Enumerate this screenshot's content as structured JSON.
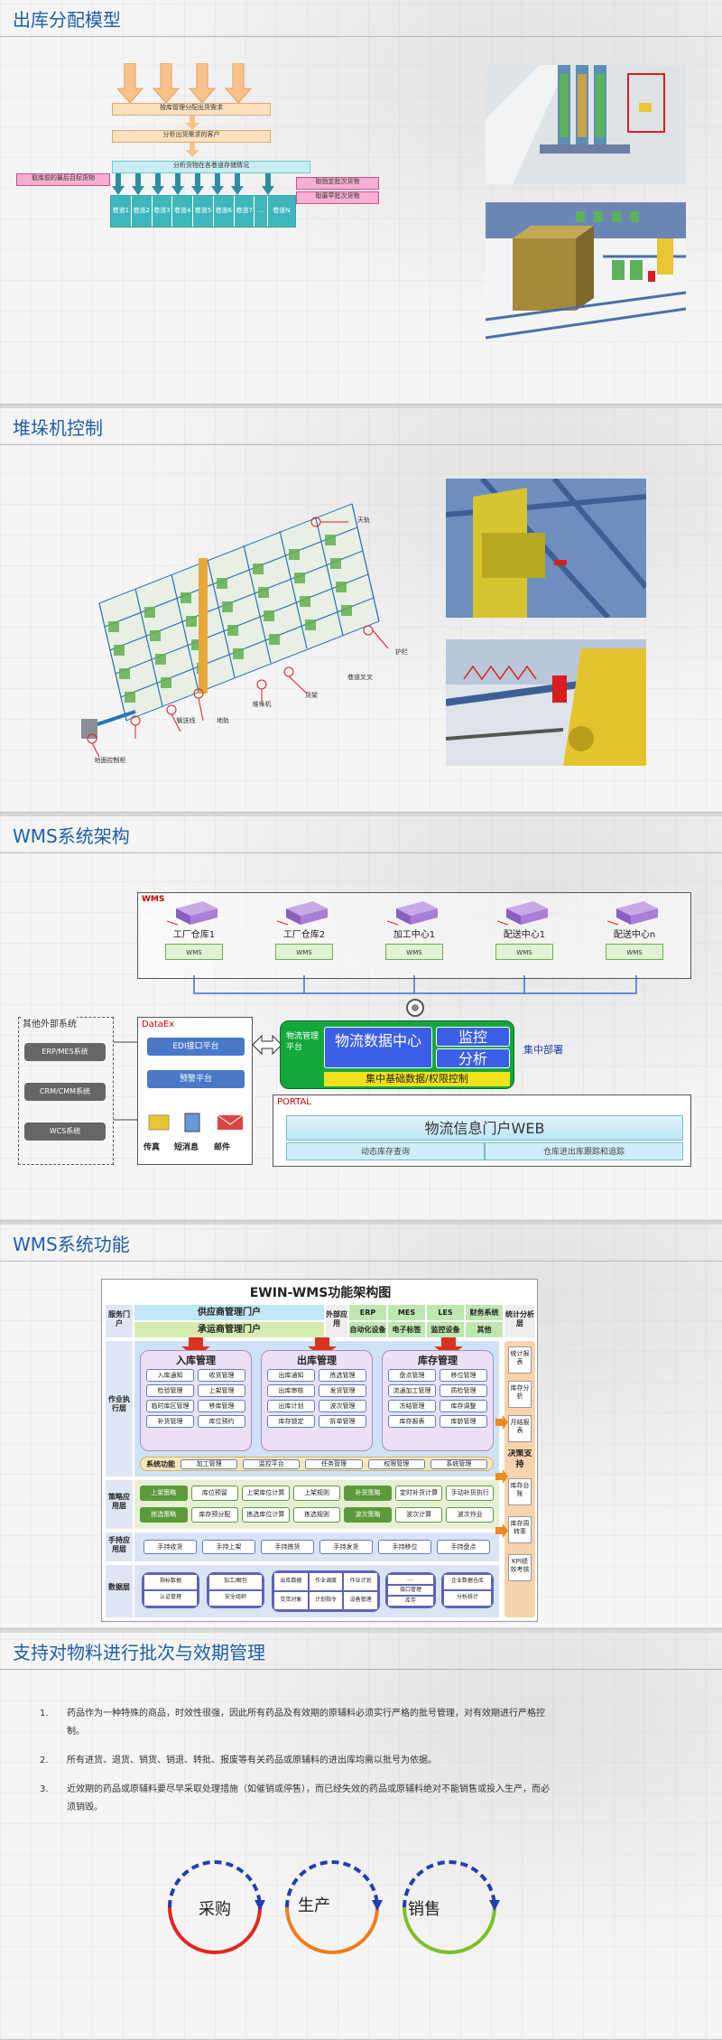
{
  "slides": [
    {
      "title": "出库分配模型"
    },
    {
      "title": "堆垛机控制"
    },
    {
      "title": "WMS系统架构"
    },
    {
      "title": "WMS系统功能"
    },
    {
      "title": "支持对物料进行批次与效期管理"
    }
  ],
  "s1": {
    "flow1": "按库管理分配出货需求",
    "flow2": "分析出货需求的客户",
    "flow3": "分析货物在各巷道存储情况",
    "left_tag": "取库前的最后目标货物",
    "right_tags": [
      "取指定批次货物",
      "取最早批次货物"
    ],
    "lanes": [
      "巷道1",
      "巷道2",
      "巷道3",
      "巷道4",
      "巷道5",
      "巷道6",
      "巷道7",
      "...",
      "巷道N"
    ]
  },
  "s2": {
    "labels": [
      "天轨",
      "护栏",
      "货架",
      "巷道叉叉",
      "堆垛机",
      "地轨",
      "输送线",
      "地面控制柜"
    ]
  },
  "s3": {
    "wms_tag": "WMS",
    "sites": [
      "工厂仓库1",
      "工厂仓库2",
      "加工中心1",
      "配送中心1",
      "配送中心n"
    ],
    "site_wms": "WMS",
    "ext_title": "其他外部系统",
    "ext_systems": [
      "ERP/MES系统",
      "CRM/CMM系统",
      "WCS系统"
    ],
    "dataex": "DataEx",
    "dataex_items": [
      "EDI接口平台",
      "预警平台"
    ],
    "notify": [
      "传真",
      "短消息",
      "邮件"
    ],
    "center_label": "物流管理平台",
    "center_modules": [
      "物流数据中心",
      "监控",
      "分析"
    ],
    "center_base": "集中基础数据/权限控制",
    "deploy": "集中部署",
    "portal_tag": "PORTAL",
    "portal_title": "物流信息门户WEB",
    "portal_items": [
      "动态库存查询",
      "仓库进出库跟踪和追踪"
    ]
  },
  "s4": {
    "title": "EWIN-WMS功能架构图",
    "portal": "服务门户",
    "supplier": "供应商管理门户",
    "carrier": "承运商管理门户",
    "ext": "外部应用",
    "ext_items": [
      "ERP",
      "MES",
      "LES",
      "财务系统",
      "自动化设备",
      "电子标签",
      "监控设备",
      "其他"
    ],
    "stat": "统计分析层",
    "exec": "作业执行层",
    "inbound": {
      "title": "入库管理",
      "items": [
        "入库通知",
        "收货管理",
        "检验管理",
        "上架管理",
        "临时库区管理",
        "移库管理",
        "补货管理",
        "库位预约"
      ]
    },
    "outbound": {
      "title": "出库管理",
      "items": [
        "出库通知",
        "拣选管理",
        "出库审核",
        "发货管理",
        "出库计划",
        "波次管理",
        "库存锁定",
        "拆单管理"
      ]
    },
    "inventory": {
      "title": "库存管理",
      "items": [
        "盘点管理",
        "移位管理",
        "流通加工管理",
        "质检管理",
        "冻结管理",
        "库存调整",
        "库存报表",
        "库龄管理"
      ]
    },
    "sysfunc": "系统功能",
    "sysfunc_items": [
      "加工管理",
      "监控平台",
      "任务管理",
      "权限管理",
      "系统管理"
    ],
    "strategy": "策略应用层",
    "strategy_items": [
      "上架策略",
      "库位预留",
      "上架库位计算",
      "上架规则",
      "补货策略",
      "定时补货计算",
      "手动补货执行",
      "拣选策略",
      "库存预分配",
      "拣选库位计算",
      "拣选规则",
      "波次策略",
      "波次计算",
      "波次作业"
    ],
    "handheld": "手持应用层",
    "handheld_items": [
      "手持收货",
      "手持上架",
      "手持拣货",
      "手持发货",
      "手持移位",
      "手持盘点"
    ],
    "data": "数据层",
    "data_items": [
      "指标数据",
      "认证管理",
      "加工/解包",
      "安全组织",
      "出库数据",
      "作业调度",
      "作业计划",
      "交货对象",
      "计划指令",
      "设备管理",
      "....",
      "接口管理",
      "库存",
      "企业数据仓库",
      "分析统计"
    ],
    "right": [
      "统计报表",
      "库存分析",
      "月结报表",
      "决策支持",
      "库存台账",
      "库存周转率",
      "KPI绩效考核"
    ]
  },
  "s5": {
    "items": [
      "药品作为一种特殊的商品，时效性很强，因此所有药品及有效期的原辅料必须实行严格的批号管理，对有效期进行严格控制。",
      "所有进货、退货、销货、销退、转批、报废等有关药品或原辅料的进出库均需以批号为依据。",
      "近效期的药品或原辅料要尽早采取处理措施（如催销或停售），而已经失效的药品或原辅料绝对不能销售或投入生产，而必须销毁。"
    ],
    "nums": [
      "1.",
      "2.",
      "3."
    ],
    "cycle": [
      "采购",
      "生产",
      "销售"
    ]
  },
  "colors": {
    "title": "#1f5fa8",
    "accent": "#3f6fc4"
  }
}
